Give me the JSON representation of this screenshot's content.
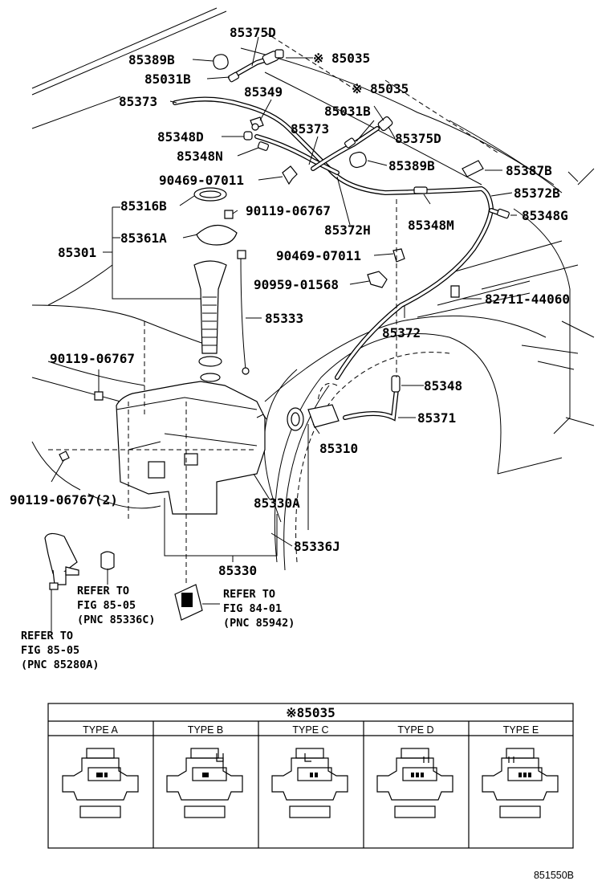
{
  "labels": {
    "p85375D_top": "85375D",
    "p85389B_top": "85389B",
    "p85035_top": "※ 85035",
    "p85031B_top": "85031B",
    "p85349": "85349",
    "p85373_left": "85373",
    "p85035_mid": "※ 85035",
    "p85031B_mid": "85031B",
    "p85348D": "85348D",
    "p85373_mid": "85373",
    "p85375D_mid": "85375D",
    "p85348N": "85348N",
    "p85389B_mid": "85389B",
    "p85387B": "85387B",
    "p90469_07011_a": "90469-07011",
    "p85372B": "85372B",
    "p85316B": "85316B",
    "p90119_06767_a": "90119-06767",
    "p85348G": "85348G",
    "p85348M": "85348M",
    "p85372H": "85372H",
    "p85361A": "85361A",
    "p85301": "85301",
    "p90469_07011_b": "90469-07011",
    "p90959_01568": "90959-01568",
    "p82711_44060": "82711-44060",
    "p85333": "85333",
    "p85372": "85372",
    "p90119_06767_b": "90119-06767",
    "p85348": "85348",
    "p85371": "85371",
    "p85310": "85310",
    "p90119_06767_2": "90119-06767(2)",
    "p85330A": "85330A",
    "p85336J": "85336J",
    "p85330": "85330"
  },
  "refs": {
    "ref_a_1": "REFER TO",
    "ref_a_2": "FIG 85-05",
    "ref_a_3": "(PNC 85336C)",
    "ref_b_1": "REFER TO",
    "ref_b_2": "FIG 84-01",
    "ref_b_3": "(PNC 85942)",
    "ref_c_1": "REFER TO",
    "ref_c_2": "FIG 85-05",
    "ref_c_3": "(PNC 85280A)"
  },
  "type_table": {
    "title": "※85035",
    "types": [
      "TYPE A",
      "TYPE B",
      "TYPE C",
      "TYPE D",
      "TYPE E"
    ]
  },
  "figure_code": "851550B"
}
